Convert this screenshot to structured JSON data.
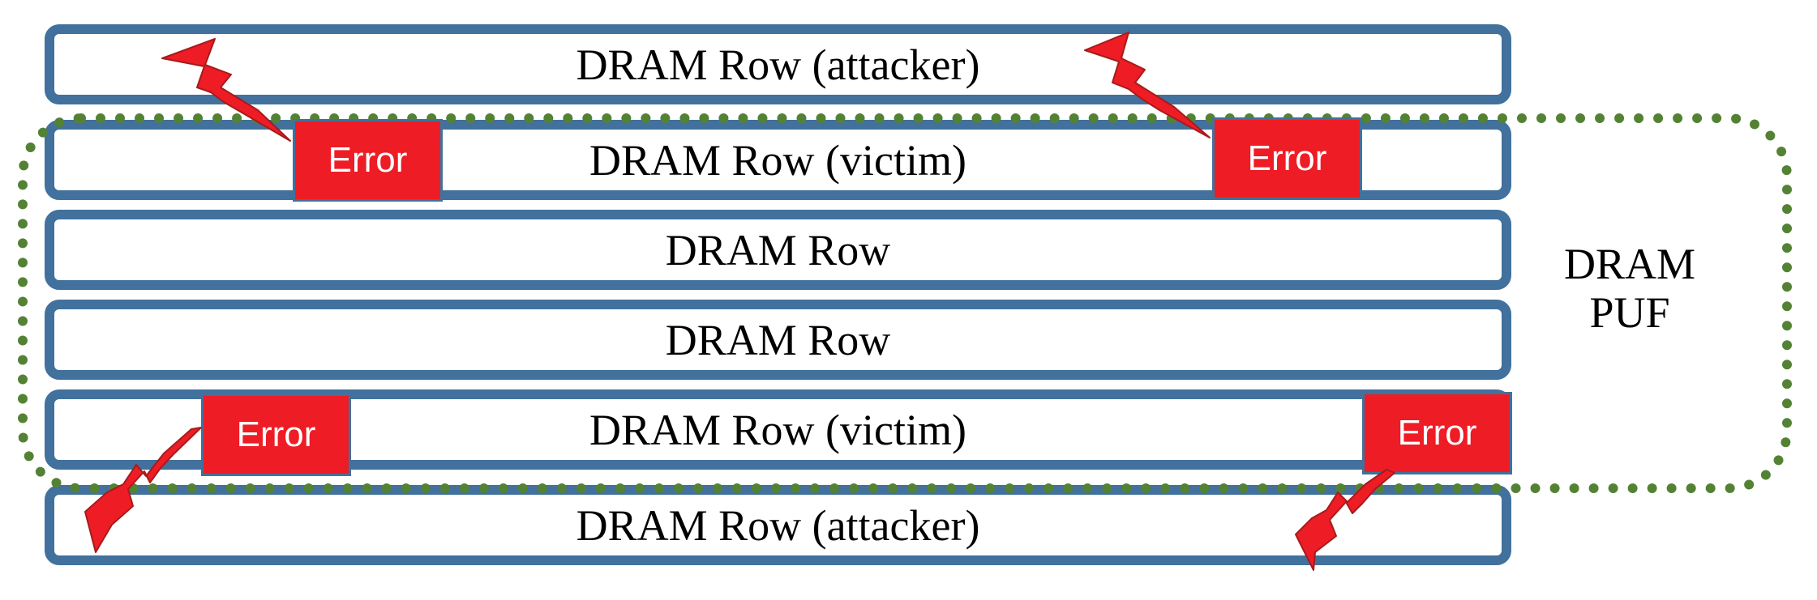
{
  "colors": {
    "row_border": "#41719c",
    "error_fill": "#ee1c25",
    "error_text": "#ffffff",
    "puf_border": "#548235",
    "bolt_fill": "#ee1c25",
    "bolt_outline": "#a61b1b"
  },
  "rows": [
    {
      "label": "DRAM Row (attacker)",
      "role": "attacker"
    },
    {
      "label": "DRAM Row (victim)",
      "role": "victim"
    },
    {
      "label": "DRAM Row",
      "role": "normal"
    },
    {
      "label": "DRAM Row",
      "role": "normal"
    },
    {
      "label": "DRAM Row (victim)",
      "role": "victim"
    },
    {
      "label": "DRAM Row (attacker)",
      "role": "attacker"
    }
  ],
  "error_label": "Error",
  "puf": {
    "line1": "DRAM",
    "line2": "PUF"
  },
  "icons": [
    "lightning-bolt-icon"
  ]
}
